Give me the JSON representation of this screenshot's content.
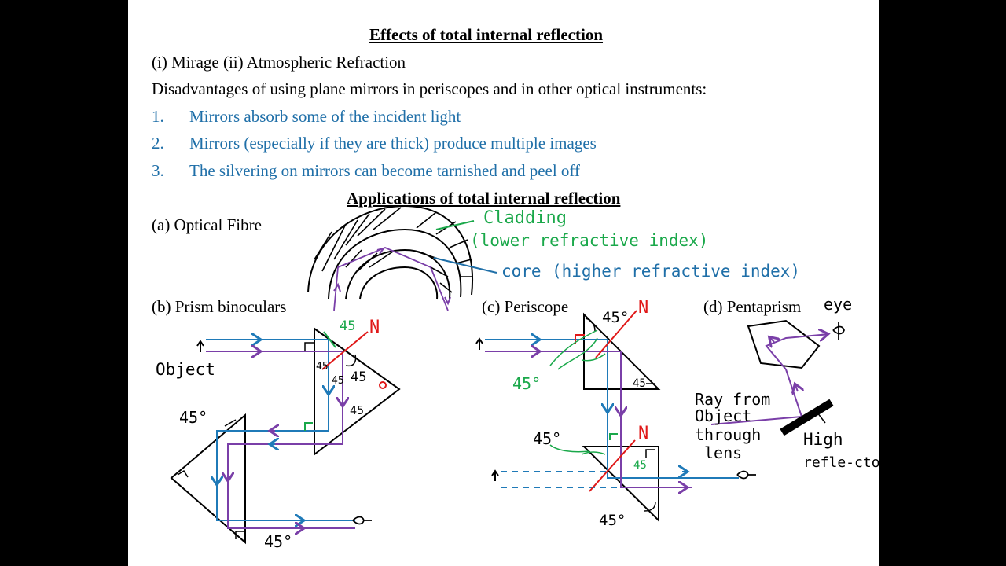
{
  "heading1": "Effects of total internal reflection",
  "effects_line": "(i) Mirage (ii) Atmospheric Refraction",
  "disadvantages_intro": "Disadvantages of using plane mirrors in periscopes and in other optical instruments:",
  "disadvantages": [
    {
      "num": "1.",
      "text": "Mirrors absorb some of the incident light"
    },
    {
      "num": "2.",
      "text": "Mirrors (especially if they are thick) produce multiple images"
    },
    {
      "num": "3.",
      "text": "The silvering on mirrors can become tarnished and peel off"
    }
  ],
  "heading2": "Applications of total internal reflection",
  "applications": {
    "a": "(a)  Optical Fibre",
    "b": "(b) Prism binoculars",
    "c": "(c) Periscope",
    "d": "(d) Pentaprism"
  },
  "fibre_labels": {
    "cladding": "Cladding",
    "cladding_note": "(lower refractive index)",
    "core": "core",
    "core_note": "(higher refractive index)"
  },
  "binocular_labels": {
    "object": "Object",
    "n": "N",
    "angle_45_a": "45",
    "angle_45_b": "45",
    "angle_45_c": "45",
    "angle_45_d": "45",
    "angle_45_e": "45",
    "angle_45_deg_top": "45°",
    "angle_45_deg_bottom": "45°"
  },
  "periscope_labels": {
    "n_top": "N",
    "n_bottom": "N",
    "angle_top": "45°",
    "angle_mid": "45°",
    "angle_prism": "45",
    "angle_low": "45°",
    "angle_low_prism": "45",
    "angle_bottom": "45°"
  },
  "pentaprism_labels": {
    "eye": "eye",
    "ray_from": "Ray from",
    "object": "Object",
    "through": "through",
    "lens": "lens",
    "high": "High",
    "reflector": "refle-ctor"
  },
  "colors": {
    "text_blue": "#1f6fa8",
    "ray_blue": "#1f7ab8",
    "ray_purple": "#7a3fa8",
    "ink_green": "#1aa84a",
    "ink_red": "#e01818",
    "ink_black": "#000000"
  }
}
